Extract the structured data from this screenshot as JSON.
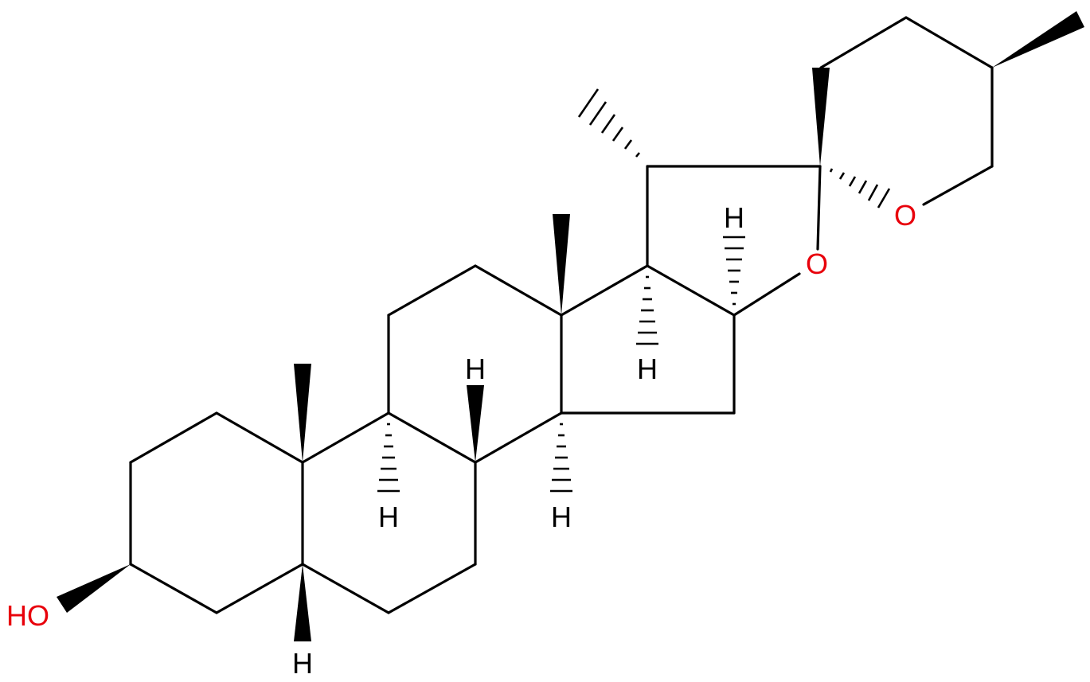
{
  "structure": {
    "atom_labels": {
      "hydroxyl": "HO",
      "oxygen_furan": "O",
      "oxygen_pyran": "O",
      "hydrogen": "H"
    },
    "colors": {
      "bond": "#000000",
      "carbon_hydrogen_label": "#000000",
      "oxygen_label": "#e8000b",
      "background": "#ffffff"
    }
  }
}
